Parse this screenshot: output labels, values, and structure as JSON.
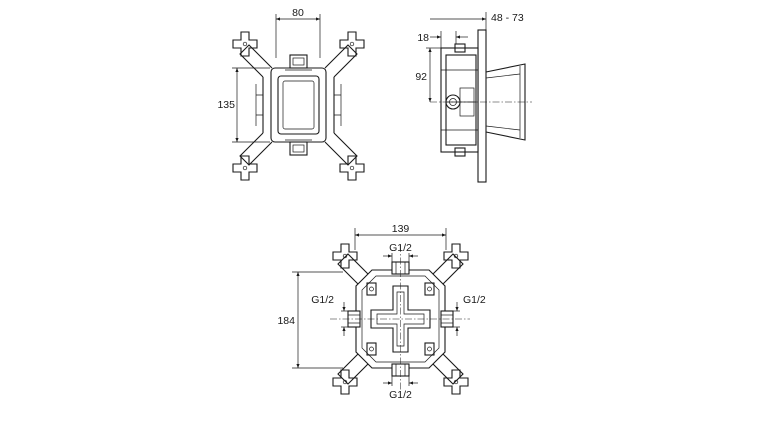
{
  "views": {
    "front": {
      "width_label": "80",
      "height_label": "135"
    },
    "side": {
      "depth_label": "48 - 73",
      "offset_label": "18",
      "center_label": "92"
    },
    "rear": {
      "width_label": "139",
      "height_label": "184",
      "port_top": "G1/2",
      "port_left": "G1/2",
      "port_right": "G1/2",
      "port_bottom": "G1/2"
    }
  }
}
